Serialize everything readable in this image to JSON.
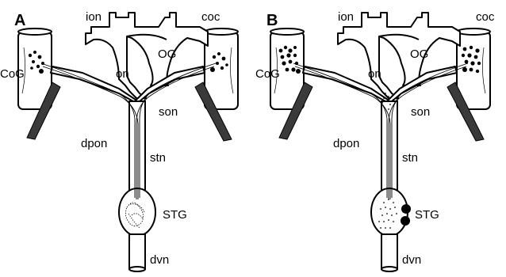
{
  "panels": [
    {
      "letter": "A",
      "labels": {
        "ion": "ion",
        "coc": "coc",
        "og": "OG",
        "cog": "CoG",
        "on": "on",
        "son": "son",
        "dpon": "dpon",
        "stn": "stn",
        "stg": "STG",
        "dvn": "dvn"
      }
    },
    {
      "letter": "B",
      "labels": {
        "ion": "ion",
        "coc": "coc",
        "og": "OG",
        "cog": "CoG",
        "on": "on",
        "son": "son",
        "dpon": "dpon",
        "stn": "stn",
        "stg": "STG",
        "dvn": "dvn"
      }
    }
  ]
}
